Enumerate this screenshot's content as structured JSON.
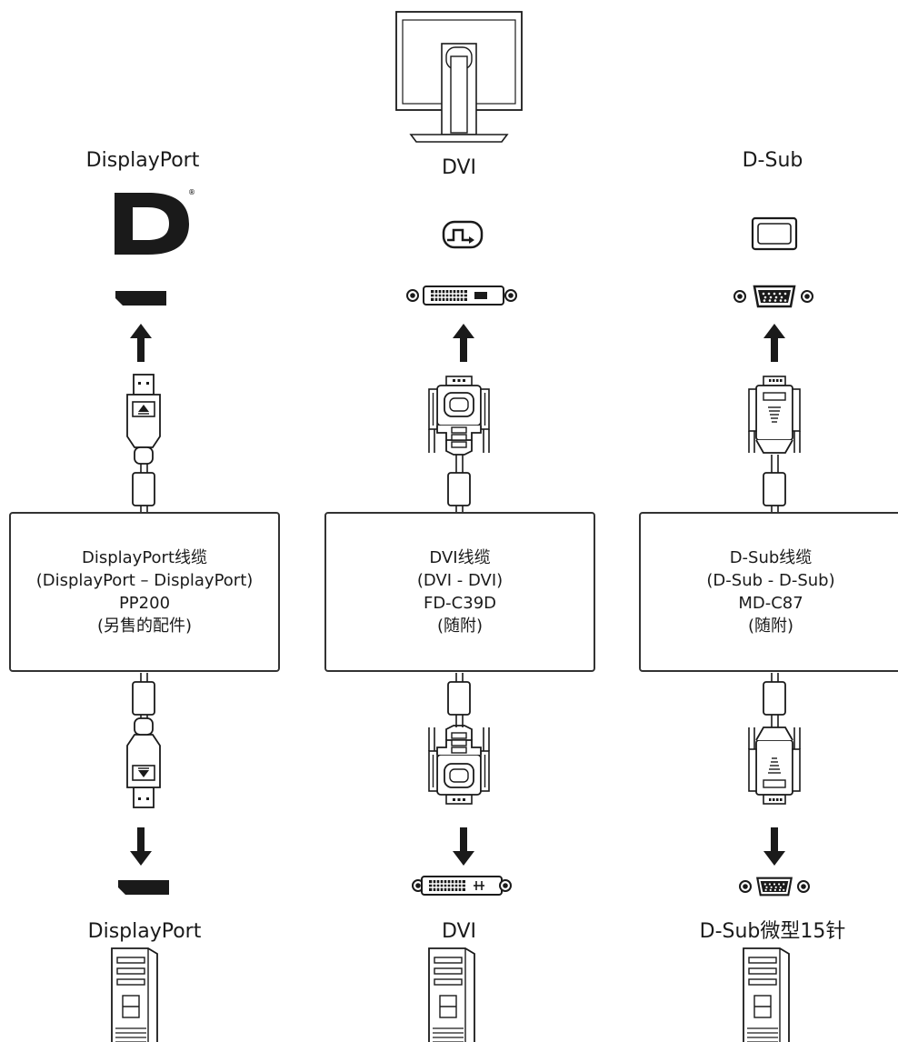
{
  "columns": [
    {
      "id": "dp",
      "top_label": "DisplayPort",
      "bottom_label": "DisplayPort",
      "cable_lines": [
        "DisplayPort线缆",
        "(DisplayPort – DisplayPort)",
        "PP200",
        "(另售的配件)"
      ]
    },
    {
      "id": "dvi",
      "top_label": "DVI",
      "bottom_label": "DVI",
      "cable_lines": [
        "DVI线缆",
        "(DVI - DVI)",
        "FD-C39D",
        "(随附)"
      ]
    },
    {
      "id": "dsub",
      "top_label": "D-Sub",
      "bottom_label": "D-Sub微型15针",
      "cable_lines": [
        "D-Sub线缆",
        "(D-Sub - D-Sub)",
        "MD-C87",
        "(随附)"
      ]
    }
  ],
  "icons": {
    "monitor": "monitor-back-icon",
    "dp_logo": "displayport-logo-icon",
    "dvi_symbol": "dvi-symbol-icon",
    "dsub_symbol": "d-sub-symbol-icon",
    "pc": "pc-tower-icon"
  },
  "colors": {
    "line": "#1a1a1a",
    "background": "#ffffff"
  }
}
